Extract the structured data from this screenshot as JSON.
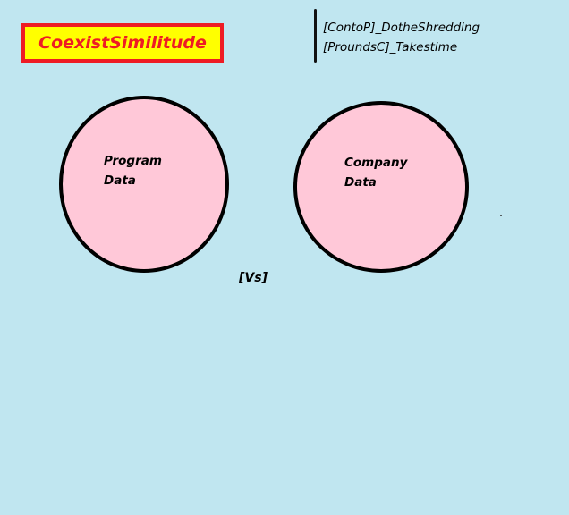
{
  "title": "CoexistSimilitude",
  "legend": {
    "line1": "[ContoP]_DotheShredding",
    "line2": "[ProundsC]_Takestime"
  },
  "circles": [
    {
      "line1": "Program",
      "line2": "Data"
    },
    {
      "line1": "Company",
      "line2": "Data"
    }
  ],
  "versus": "[Vs]",
  "colors": {
    "background": "#c0e6f0",
    "title_fill": "#ffff00",
    "title_border": "#ee1c24",
    "title_text": "#ee1c24",
    "circle_fill": "#ffc8d8",
    "circle_border": "#000000"
  }
}
